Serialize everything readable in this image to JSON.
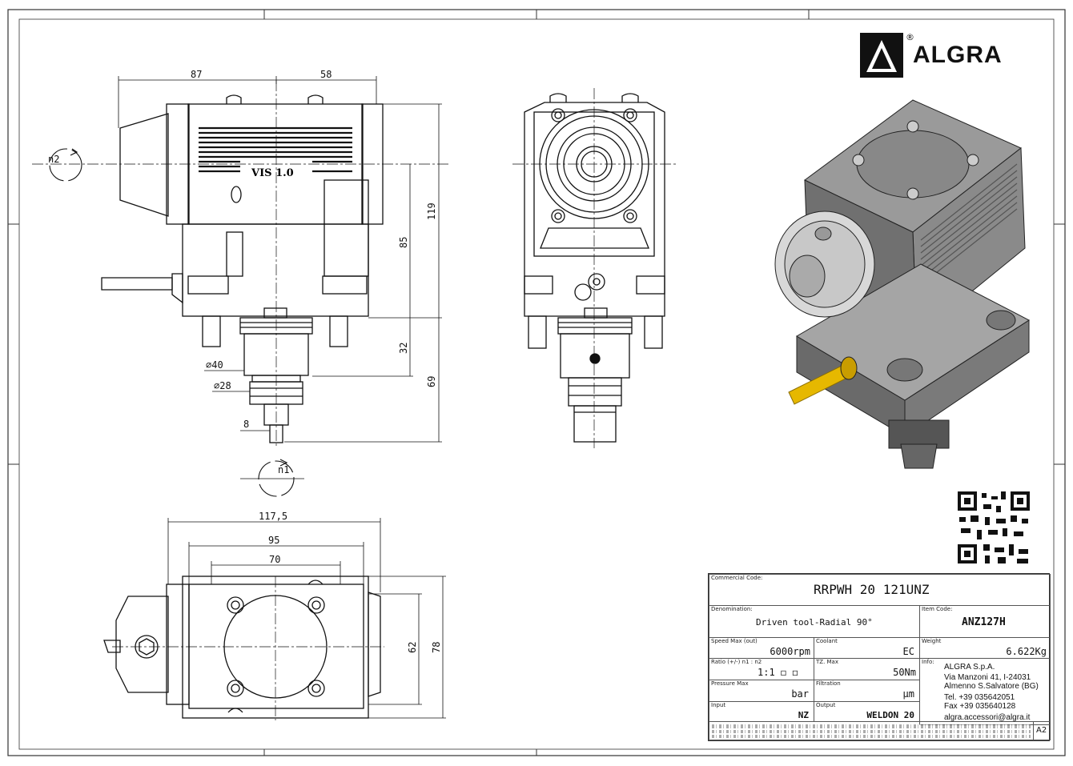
{
  "brand": {
    "name": "ALGRA",
    "registered": "®"
  },
  "dimensions": {
    "side": {
      "w_left": "87",
      "w_right": "58",
      "h_total": "119",
      "h_mid": "85",
      "h_spindle": "32",
      "h_lower": "69",
      "d40": "⌀40",
      "d28": "⌀28",
      "shaft": "8"
    },
    "rotation": {
      "n1": "n1",
      "n2": "n2"
    },
    "top": {
      "w_total": "117,5",
      "w_95": "95",
      "w_70": "70",
      "h_62": "62",
      "h_78": "78"
    },
    "body_mark": "VIS 1.0"
  },
  "title_block": {
    "commercial_code": {
      "label": "Commercial Code:",
      "value": "RRPWH 20 121UNZ"
    },
    "denomination": {
      "label": "Denomination:",
      "value": "Driven tool-Radial 90°"
    },
    "item_code": {
      "label": "Item Code:",
      "value": "ANZ127H"
    },
    "speed": {
      "label": "Speed Max (out)",
      "value": "6000",
      "unit": "rpm"
    },
    "coolant": {
      "label": "Coolant",
      "value": "EC"
    },
    "weight": {
      "label": "Weight",
      "value": "6.622Kg"
    },
    "ratio": {
      "label": "Ratio (+/-) n1 : n2",
      "value": "1:1 ◻ ◻"
    },
    "torque": {
      "label": "TZ. Max",
      "value": "50",
      "unit": "Nm"
    },
    "info": {
      "label": "Info:",
      "lines": [
        "ALGRA S.p.A.",
        "Via Manzoni 41, I-24031",
        "Almenno S.Salvatore (BG)",
        "Tel. +39 035642051",
        "Fax +39 035640128",
        "algra.accessori@algra.it"
      ]
    },
    "pressure": {
      "label": "Pressure Max",
      "unit": "bar"
    },
    "filtration": {
      "label": "Filtration",
      "unit": "µm"
    },
    "input": {
      "label": "Input",
      "value": "NZ"
    },
    "output": {
      "label": "Output",
      "value": "WELDON 20"
    },
    "sheet_size": "A2"
  }
}
